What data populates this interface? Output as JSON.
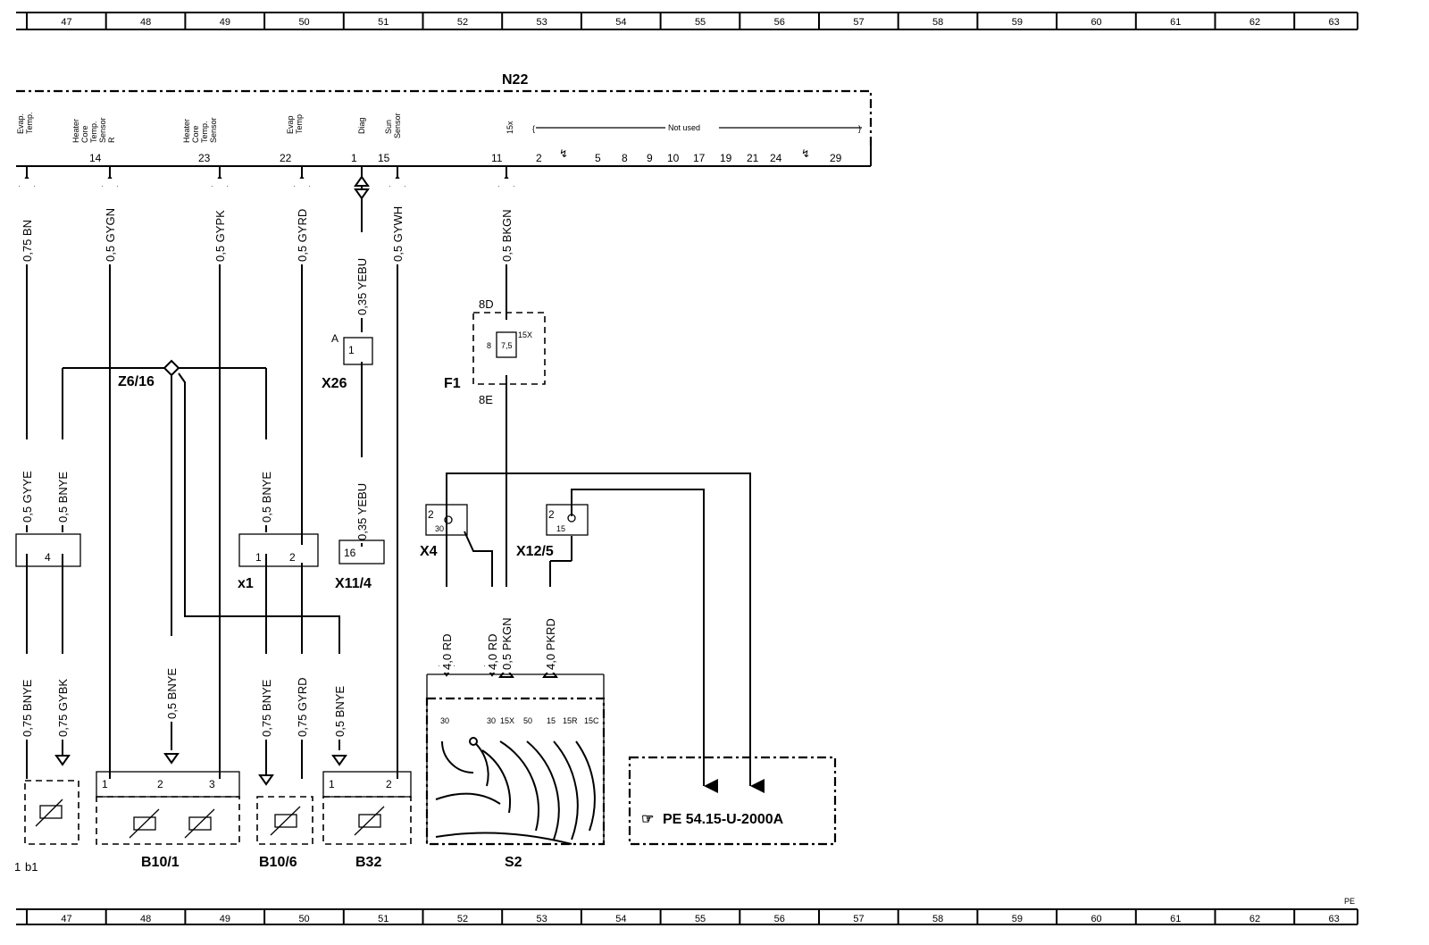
{
  "ruler_top": [
    "47",
    "48",
    "49",
    "50",
    "51",
    "52",
    "53",
    "54",
    "55",
    "56",
    "57",
    "58",
    "59",
    "60",
    "61",
    "62",
    "63"
  ],
  "ruler_bottom": [
    "47",
    "48",
    "49",
    "50",
    "51",
    "52",
    "53",
    "54",
    "55",
    "56",
    "57",
    "58",
    "59",
    "60",
    "61",
    "62",
    "63"
  ],
  "corner_label": "PE",
  "module": {
    "name": "N22",
    "signals": [
      "Heater Core Temp. Sensor R",
      "Heater Core Temp. Sensor",
      "Evap Temp",
      "Diag",
      "Sun Sensor",
      "15x"
    ],
    "not_used": "Not used",
    "pins_used": [
      "14",
      "23",
      "22",
      "1",
      "15",
      "11"
    ],
    "pins_not_used": [
      "2",
      "5",
      "8",
      "9",
      "10",
      "17",
      "19",
      "21",
      "24",
      "29"
    ]
  },
  "wires": [
    {
      "label": "0,75 BN"
    },
    {
      "label": "0,5 GYGN"
    },
    {
      "label": "0,5 GYPK"
    },
    {
      "label": "0,5 GYRD"
    },
    {
      "label": "0,35 YEBU"
    },
    {
      "label": "0,5 GYWH"
    },
    {
      "label": "0,5 BKGN"
    },
    {
      "label": "0,5 GYYE"
    },
    {
      "label": "0,5 BNYE"
    },
    {
      "label": "0,5 BNYE"
    },
    {
      "label": "0,35 YEBU"
    },
    {
      "label": "0,75 BNYE"
    },
    {
      "label": "0,75 GYBK"
    },
    {
      "label": "0,5 BNYE"
    },
    {
      "label": "0,75 BNYE"
    },
    {
      "label": "0,75 GYRD"
    },
    {
      "label": "0,5 BNYE"
    },
    {
      "label": "4,0 RD"
    },
    {
      "label": "4,0 RD"
    },
    {
      "label": "0,5 PKGN"
    },
    {
      "label": "4,0 PKRD"
    }
  ],
  "components": {
    "z6": "Z6/16",
    "x26": "X26",
    "x26_pin": "1",
    "x26_tag": "A",
    "x1": "x1",
    "x1_pins": [
      "1",
      "2"
    ],
    "x11": "X11/4",
    "x11_pin": "16",
    "x4": "X4",
    "x4_pins": [
      "2",
      "30"
    ],
    "x12": "X12/5",
    "x12_pins": [
      "2",
      "15"
    ],
    "b10_1": "B10/1",
    "b10_1_pins": [
      "1",
      "2",
      "3"
    ],
    "b10_6": "B10/6",
    "b32": "B32",
    "b32_pins": [
      "1",
      "2"
    ],
    "b1": "b1",
    "left_conn_pin": "4",
    "s2": "S2",
    "s2_terminals": [
      "30",
      "30",
      "15X",
      "50",
      "15",
      "15R",
      "15C"
    ],
    "fuse": {
      "name": "F1",
      "top": "8D",
      "bottom": "8E",
      "number": "8",
      "rating": "7,5",
      "circuit": "15X"
    },
    "pe_ref": "PE 54.15-U-2000A"
  }
}
